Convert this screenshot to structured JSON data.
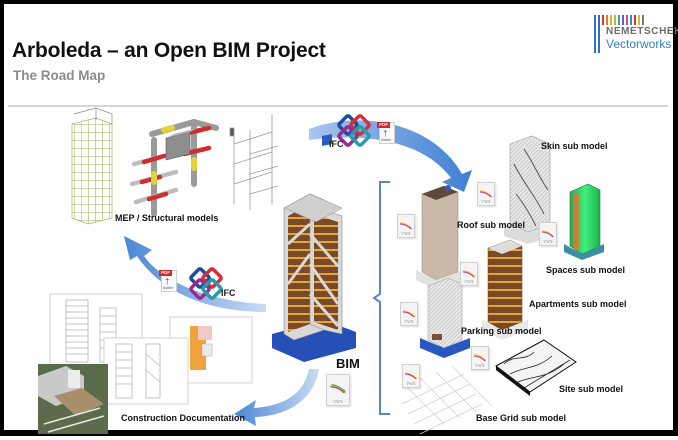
{
  "header": {
    "title": "Arboleda – an Open BIM Project",
    "subtitle": "The Road Map"
  },
  "logo": {
    "company": "NEMETSCHEK",
    "product": "Vectorworks",
    "stripe_colors": [
      "#2f6fc9",
      "#2f6fc9",
      "#d23a3a",
      "#e0802a",
      "#e0b52a",
      "#9ac23a",
      "#3aa3a3",
      "#6a5ac8",
      "#c84a9a",
      "#2f8fc9",
      "#d23a3a",
      "#e0b52a",
      "#7a7a7a"
    ]
  },
  "diagram": {
    "central_label": "BIM",
    "file_ext": "VWX",
    "pdf_tag": "PDF",
    "pdf_brand": "Adobe",
    "ifc_label": "IFC",
    "mep_label": "MEP / Structural models",
    "doc_label": "Construction Documentation",
    "sub_models": [
      {
        "label": "Skin sub model"
      },
      {
        "label": "Roof sub model"
      },
      {
        "label": "Spaces sub model"
      },
      {
        "label": "Apartments sub model"
      },
      {
        "label": "Parking sub model"
      },
      {
        "label": "Site sub model"
      },
      {
        "label": "Base Grid sub model"
      }
    ],
    "colors": {
      "arrow": "#5b8fd6",
      "brace": "#5b86c4",
      "structure": "#b9c27a",
      "pipe_red": "#cf2e2e",
      "pipe_yellow": "#e3d23a",
      "spaces_green": "#35e06a",
      "spaces_orange": "#d77a2f"
    }
  }
}
